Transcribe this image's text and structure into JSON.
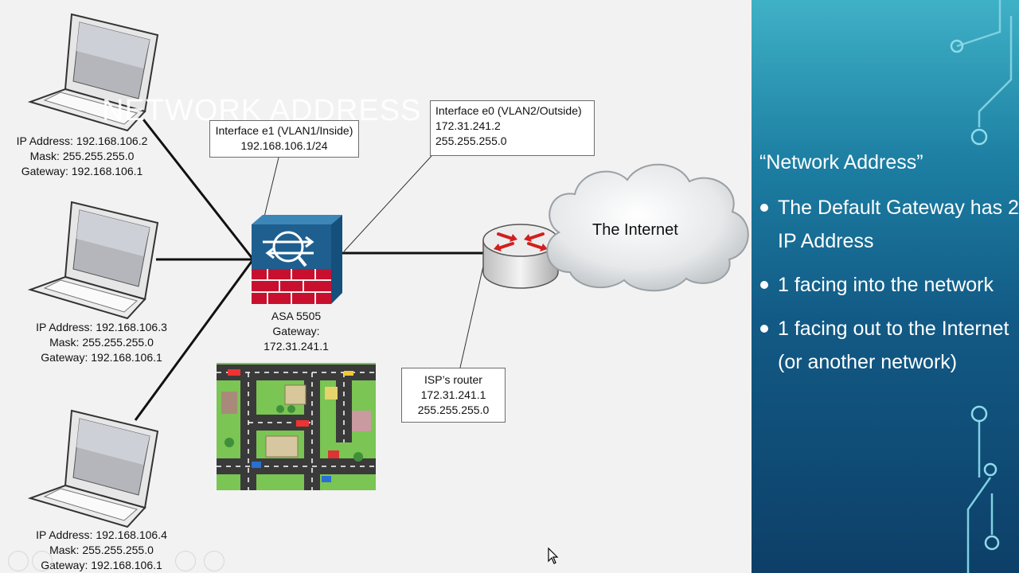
{
  "watermark": "NETWORK ADDRESS",
  "laptops": [
    {
      "ip": "IP Address:  192.168.106.2",
      "mask": "Mask:  255.255.255.0",
      "gateway": "Gateway:  192.168.106.1"
    },
    {
      "ip": "IP Address:  192.168.106.3",
      "mask": "Mask:  255.255.255.0",
      "gateway": "Gateway:  192.168.106.1"
    },
    {
      "ip": "IP Address:  192.168.106.4",
      "mask": "Mask:  255.255.255.0",
      "gateway": "Gateway:  192.168.106.1"
    }
  ],
  "interface_inside": {
    "line1": "Interface e1 (VLAN1/Inside)",
    "line2": "192.168.106.1/24"
  },
  "interface_outside": {
    "line1": "Interface e0 (VLAN2/Outside)",
    "line2": "172.31.241.2",
    "line3": "255.255.255.0"
  },
  "firewall": {
    "line1": "ASA 5505",
    "line2": "Gateway:",
    "line3": "172.31.241.1"
  },
  "isp_router": {
    "line1": "ISP’s router",
    "line2": "172.31.241.1",
    "line3": "255.255.255.0"
  },
  "internet_label": "The Internet",
  "sidebar": {
    "title": "“Network Address”",
    "bullets": [
      "The Default Gateway has 2 IP Address",
      "1 facing into the network",
      "1 facing out to the Internet (or another network)"
    ]
  },
  "colors": {
    "sidebar_top": "#3fb1c6",
    "sidebar_bottom": "#0d3f68",
    "firewall_blue": "#1f5f8f",
    "firewall_brick": "#c8102e",
    "router_arrows": "#d11f1f"
  },
  "icons": [
    "laptop-icon",
    "firewall-icon",
    "router-icon",
    "cloud-icon",
    "city-map-icon",
    "mouse-cursor-icon"
  ]
}
